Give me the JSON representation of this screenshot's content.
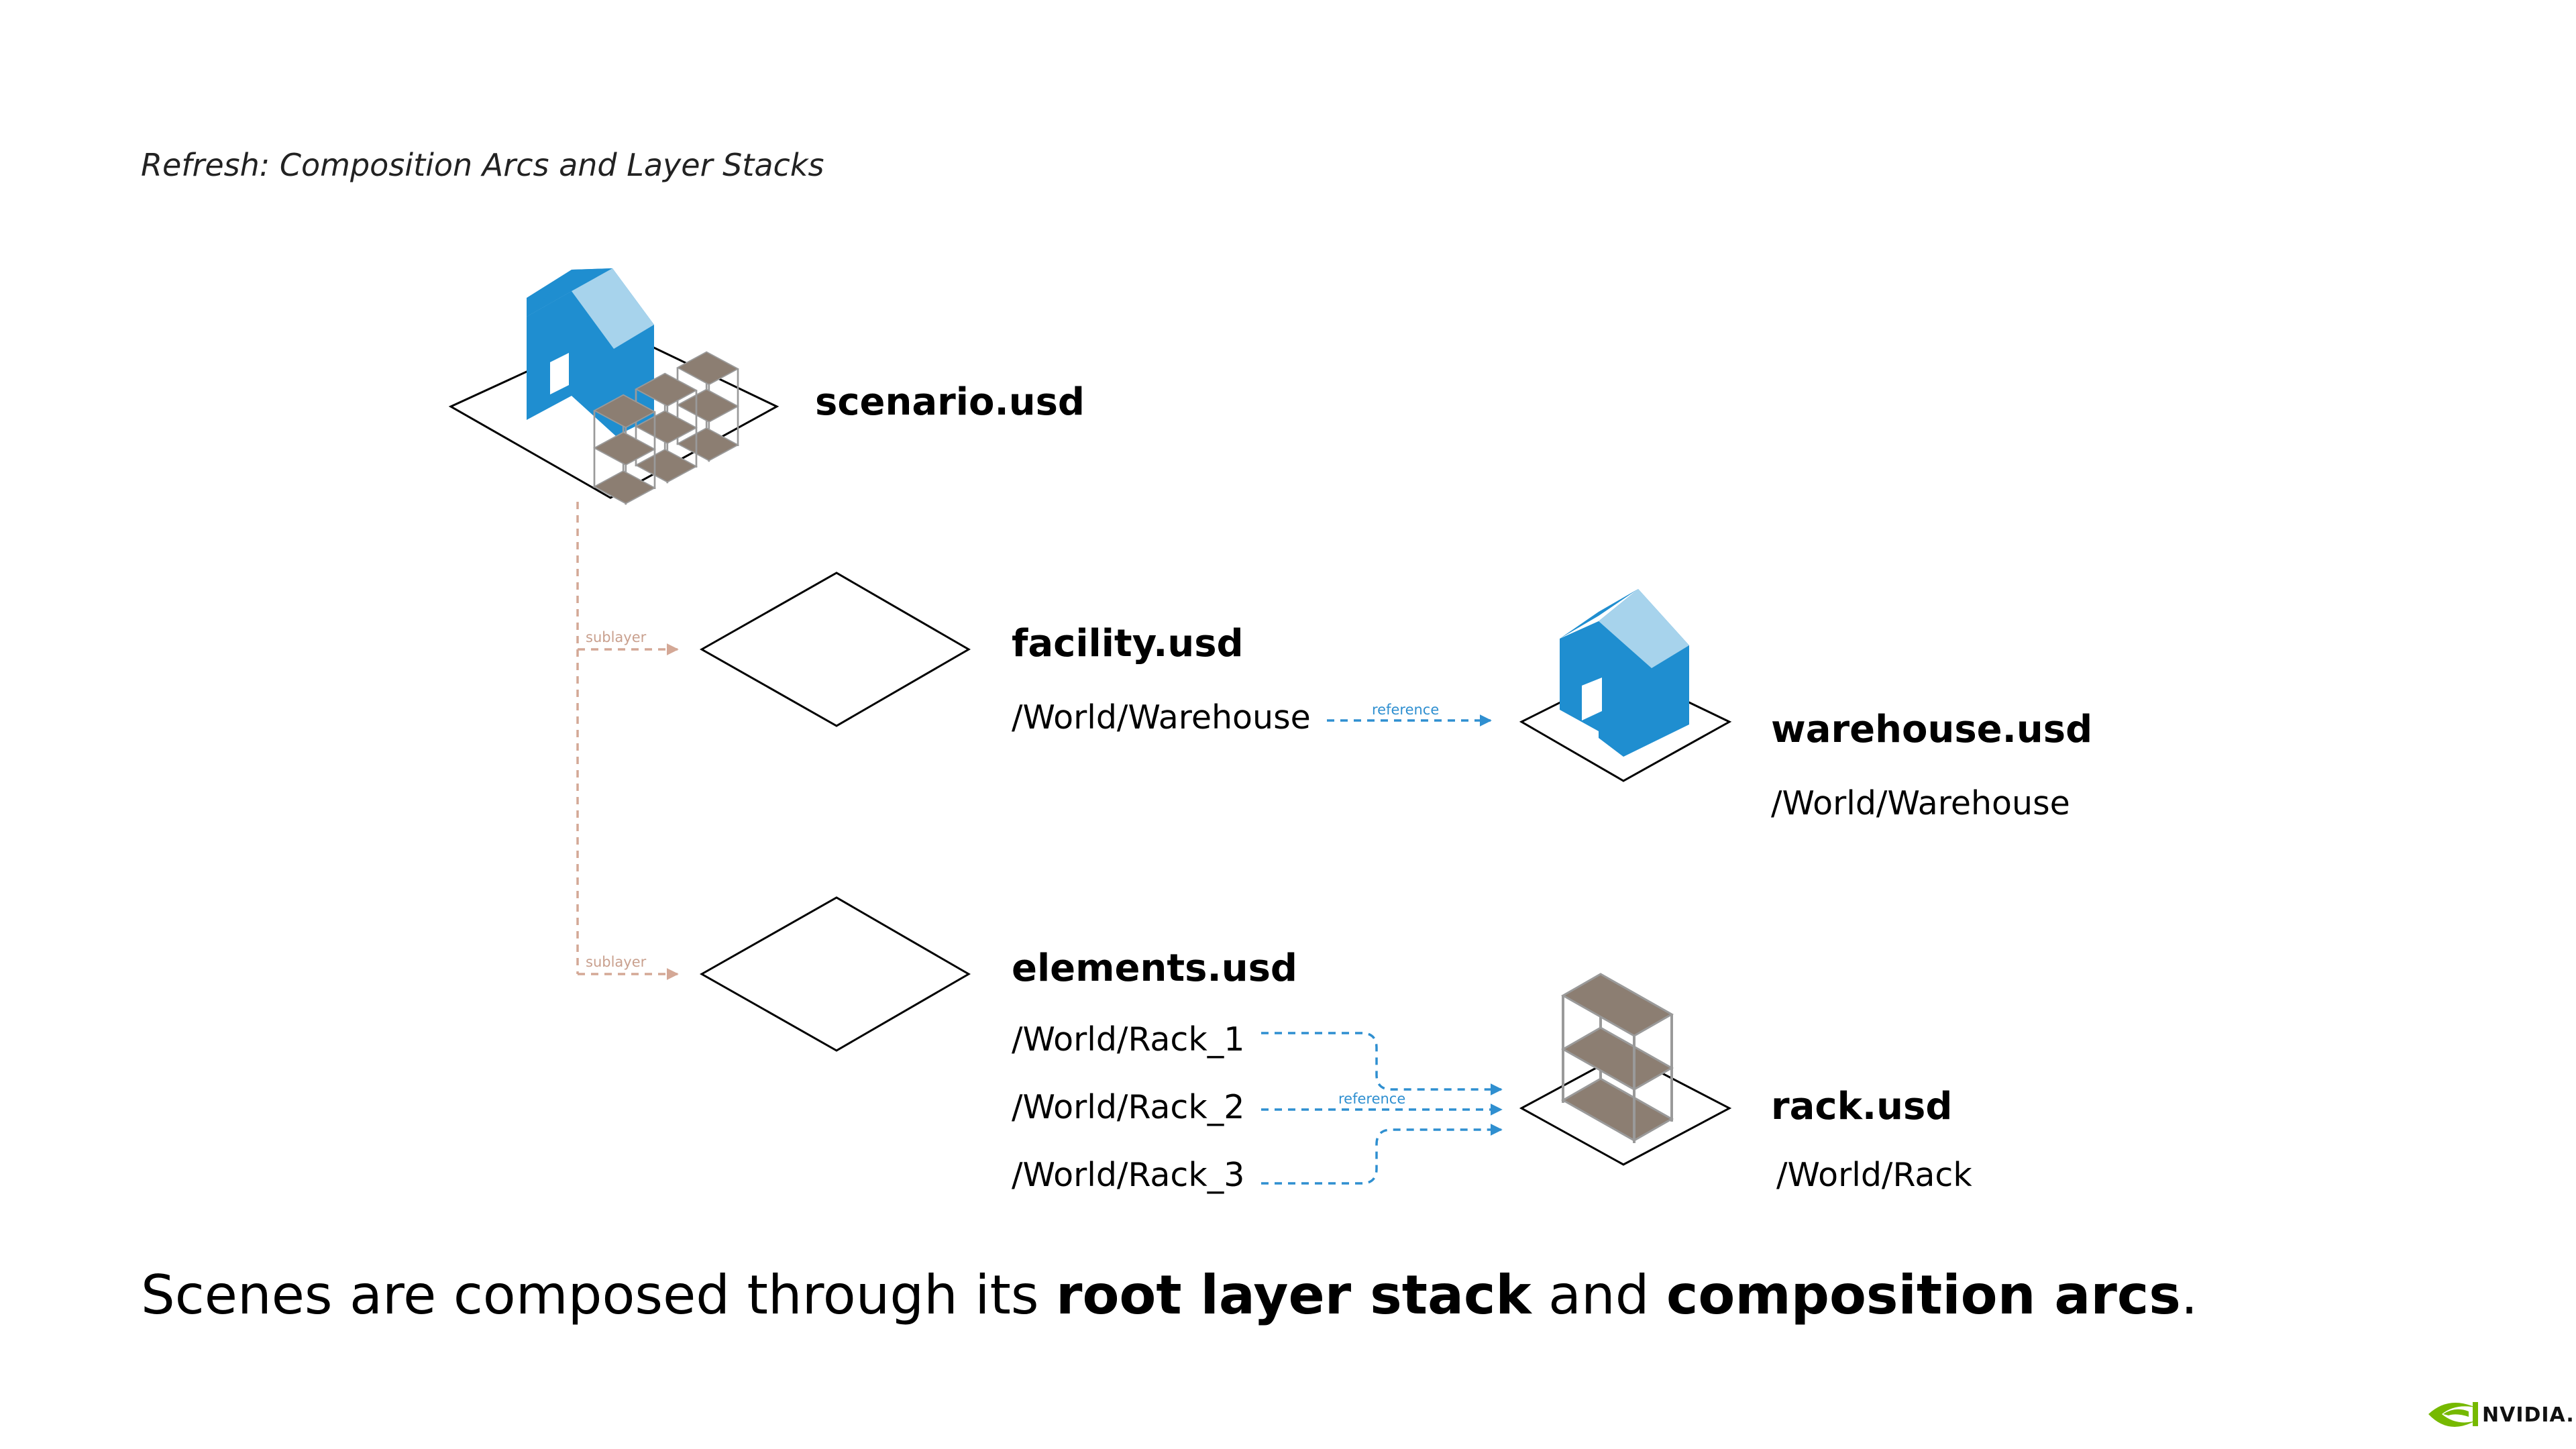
{
  "header": {
    "title": "Refresh: Composition Arcs and Layer Stacks"
  },
  "layers": {
    "root": {
      "file": "scenario.usd"
    },
    "facility": {
      "file": "facility.usd",
      "prim": "/World/Warehouse"
    },
    "elements": {
      "file": "elements.usd",
      "prims": [
        "/World/Rack_1",
        "/World/Rack_2",
        "/World/Rack_3"
      ]
    }
  },
  "assets": {
    "warehouse": {
      "file": "warehouse.usd",
      "prim": "/World/Warehouse"
    },
    "rack": {
      "file": "rack.usd",
      "prim": "/World/Rack"
    }
  },
  "arcs": {
    "sublayer_label": "sublayer",
    "reference_label": "reference"
  },
  "caption": {
    "part1": "Scenes are composed through its ",
    "bold1": "root layer stack",
    "part2": " and ",
    "bold2": "composition arcs",
    "part3": "."
  },
  "footer": {
    "brand": "NVIDIA."
  },
  "colors": {
    "house_wall": "#1f8ed0",
    "house_roof": "#a7d3ec",
    "shelf": "#8c7e72",
    "sublayer_arc": "#d4a896",
    "reference_arc": "#2f8fd0"
  }
}
